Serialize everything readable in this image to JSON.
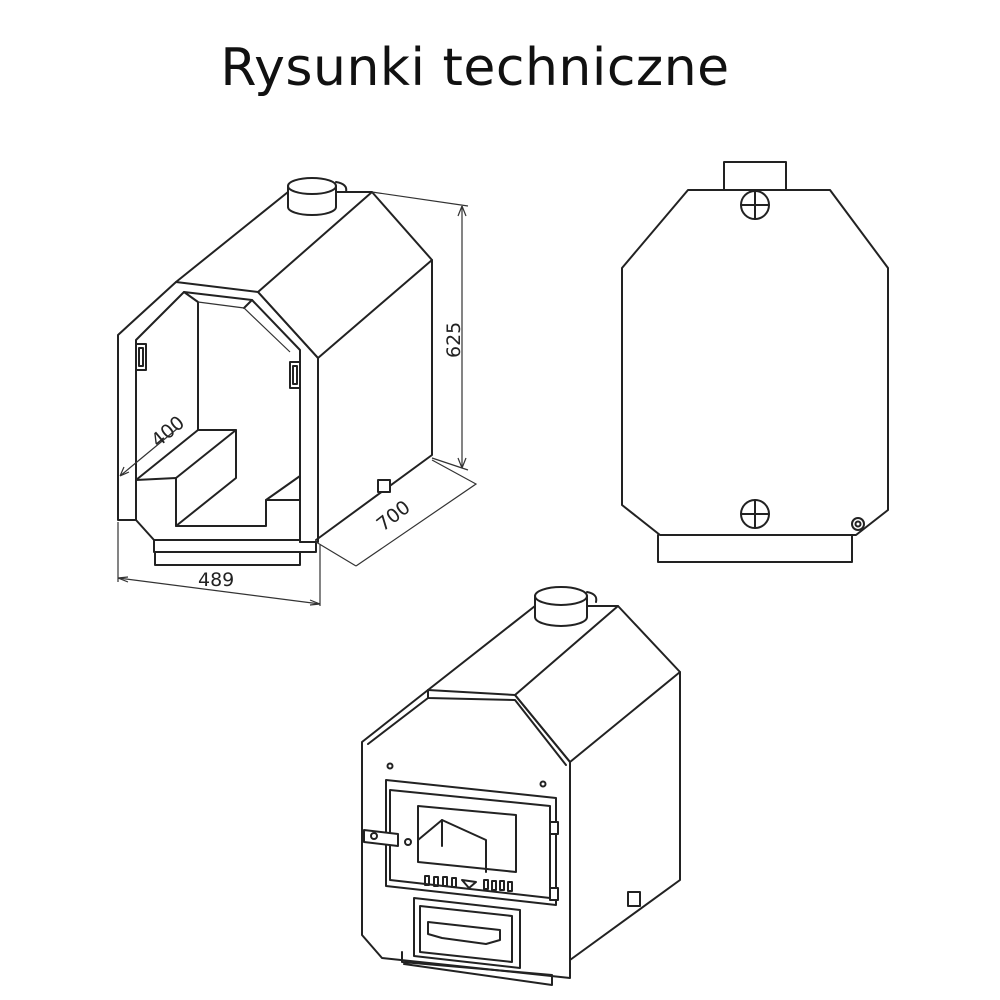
{
  "title": "Rysunki techniczne",
  "dimensions": {
    "height": "625",
    "depth": "700",
    "width": "489",
    "inner_depth": "400"
  }
}
